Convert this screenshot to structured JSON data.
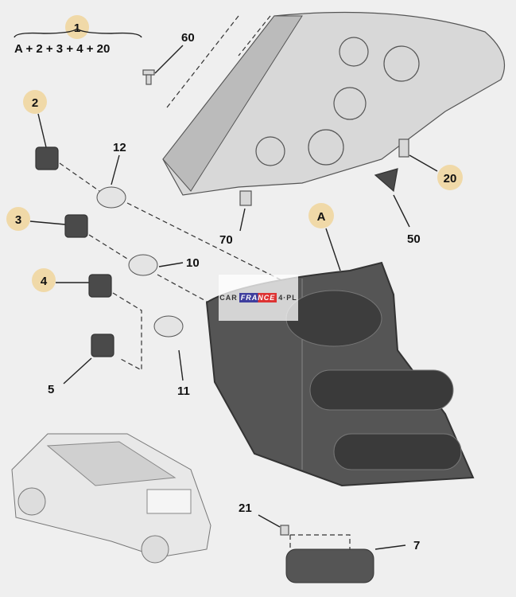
{
  "assembly": {
    "callout": "1",
    "formula": "A + 2 + 3 + 4 + 20"
  },
  "labels": {
    "p60": "60",
    "p2": "2",
    "p12": "12",
    "p3": "3",
    "p4": "4",
    "p10": "10",
    "p5": "5",
    "p11": "11",
    "p70": "70",
    "p50": "50",
    "p20": "20",
    "pA": "A",
    "p21": "21",
    "p7": "7"
  },
  "watermark": {
    "left": "CAR",
    "middle": "FRANCE",
    "right": "4·PL"
  },
  "colors": {
    "callout": "#f0d9a8",
    "background": "#efefef",
    "lens": "#4a4a4a"
  }
}
